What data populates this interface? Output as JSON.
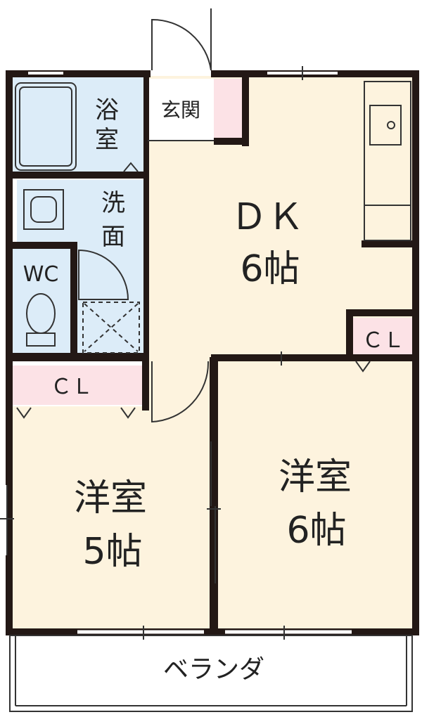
{
  "colors": {
    "wall": "#231815",
    "room_floor": "#fdf3de",
    "wet_area": "#dcecf8",
    "closet": "#fce2e6",
    "line": "#333333",
    "background": "#ffffff"
  },
  "rooms": {
    "bath": {
      "label_line1": "浴",
      "label_line2": "室"
    },
    "entrance": {
      "label": "玄関"
    },
    "dk": {
      "label_line1": "ＤＫ",
      "label_line2": "6帖"
    },
    "washroom": {
      "label_line1": "洗",
      "label_line2": "面"
    },
    "wc": {
      "label": "WC"
    },
    "closet_left": {
      "label": "ＣＬ"
    },
    "closet_right": {
      "label": "ＣＬ"
    },
    "western_left": {
      "label_line1": "洋室",
      "label_line2": "5帖"
    },
    "western_right": {
      "label_line1": "洋室",
      "label_line2": "6帖"
    },
    "balcony": {
      "label": "ベランダ"
    }
  },
  "icons": {
    "bathtub": "bathtub-icon",
    "sink": "washbasin-icon",
    "toilet": "toilet-icon",
    "kitchen": "kitchen-sink-icon",
    "washer": "washing-machine-pan-icon"
  }
}
